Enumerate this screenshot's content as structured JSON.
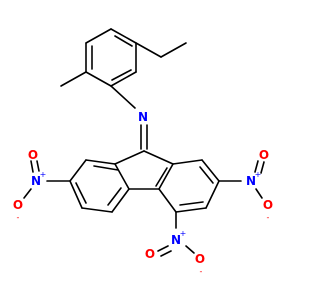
{
  "structure": {
    "atoms": {
      "imine_n": {
        "symbol": "N",
        "color": "#0000ff"
      },
      "nitro_left_n": {
        "symbol": "N",
        "charge": "+",
        "color": "#0000ff"
      },
      "nitro_left_o_double": {
        "symbol": "O",
        "color": "#ff0000"
      },
      "nitro_left_o_minus": {
        "symbol": "O",
        "charge": "-",
        "color": "#ff0000"
      },
      "nitro_right_n": {
        "symbol": "N",
        "charge": "+",
        "color": "#0000ff"
      },
      "nitro_right_o_double": {
        "symbol": "O",
        "color": "#ff0000"
      },
      "nitro_right_o_minus": {
        "symbol": "O",
        "charge": "-",
        "color": "#ff0000"
      },
      "nitro_bottom_n": {
        "symbol": "N",
        "charge": "+",
        "color": "#0000ff"
      },
      "nitro_bottom_o_double": {
        "symbol": "O",
        "color": "#ff0000"
      },
      "nitro_bottom_o_minus": {
        "symbol": "O",
        "charge": "-",
        "color": "#ff0000"
      }
    }
  }
}
